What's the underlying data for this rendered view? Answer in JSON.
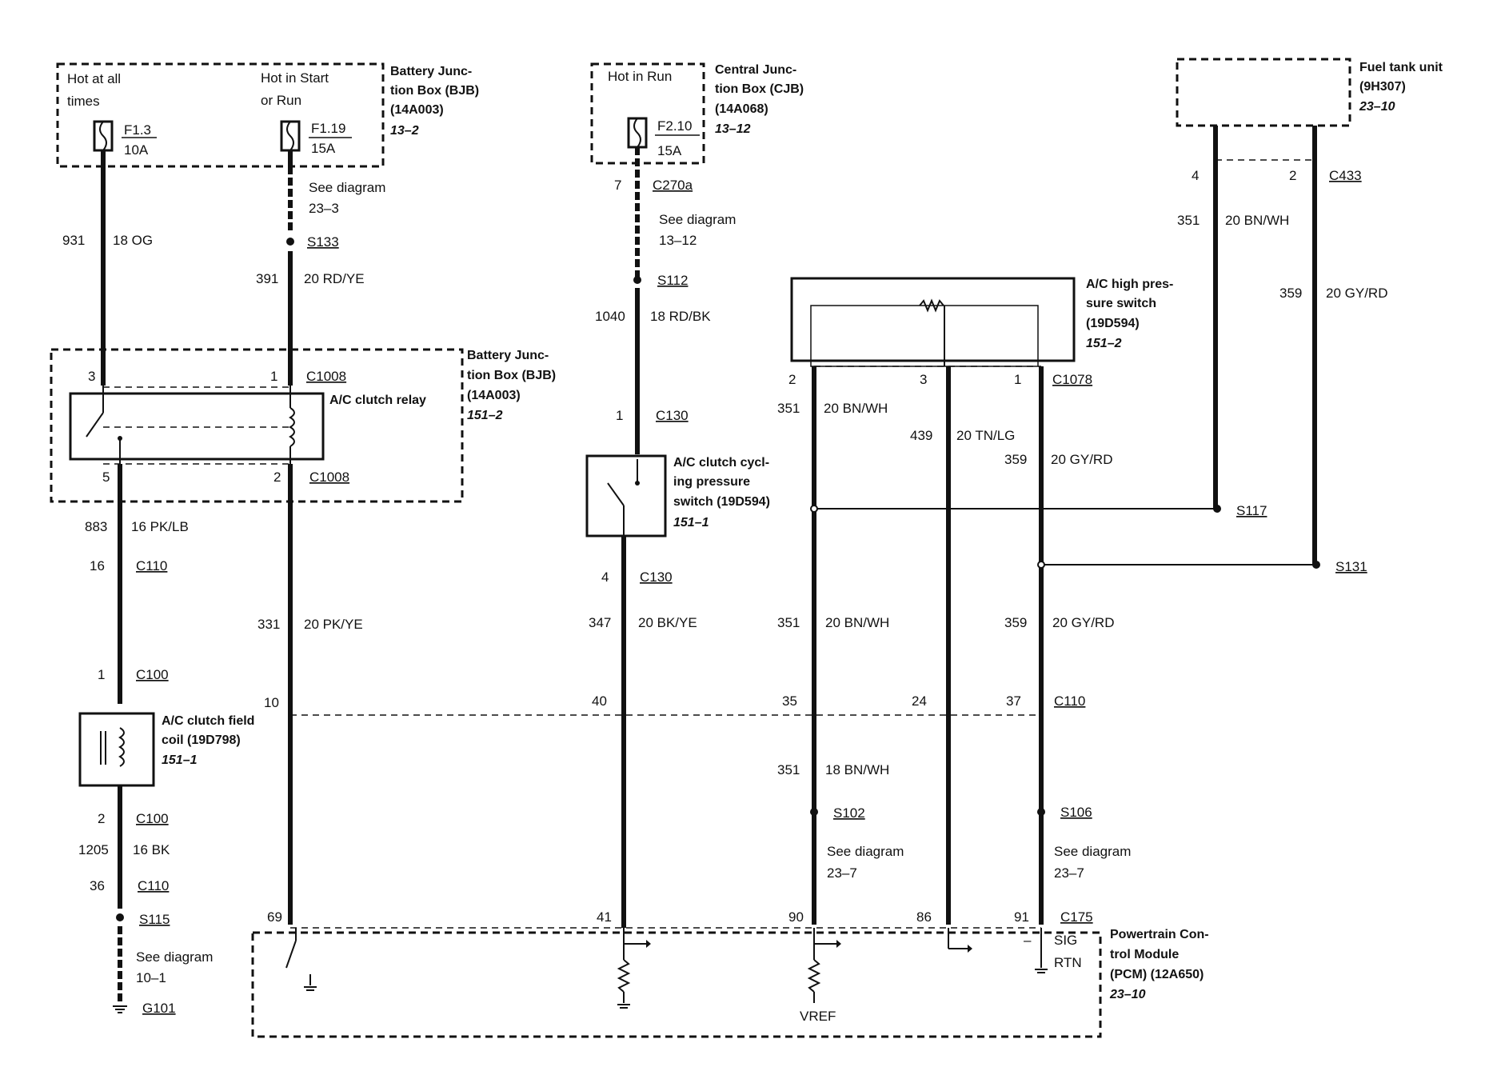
{
  "bjb_top": {
    "hot_at_all_1": "Hot at all",
    "hot_at_all_2": "times",
    "hot_start_1": "Hot in Start",
    "hot_start_2": "or Run",
    "fuse1_id": "F1.3",
    "fuse1_amp": "10A",
    "fuse2_id": "F1.19",
    "fuse2_amp": "15A",
    "title1": "Battery Junc-",
    "title2": "tion Box (BJB)",
    "title3": "(14A003)",
    "ref": "13–2"
  },
  "cjb": {
    "hot_run": "Hot in Run",
    "fuse_id": "F2.10",
    "fuse_amp": "15A",
    "title1": "Central Junc-",
    "title2": "tion Box (CJB)",
    "title3": "(14A068)",
    "ref": "13–12"
  },
  "fuel_tank": {
    "title1": "Fuel tank unit",
    "title2": "(9H307)",
    "ref": "23–10"
  },
  "col1": {
    "see1": "See diagram",
    "see2": "23–3",
    "s133": "S133",
    "c391": "391",
    "w391": "20 RD/YE",
    "c931": "931",
    "w931": "18 OG"
  },
  "col_cjb": {
    "pin7": "7",
    "c270a": "C270a",
    "see1": "See diagram",
    "see2": "13–12",
    "s112": "S112",
    "c1040": "1040",
    "w1040": "18 RD/BK",
    "pin1": "1",
    "c130": "C130"
  },
  "fuel_col": {
    "pin4": "4",
    "pin2": "2",
    "c433": "C433",
    "c351": "351",
    "w351": "20 BN/WH",
    "c359": "359",
    "w359": "20 GY/RD",
    "s117": "S117",
    "s131": "S131"
  },
  "bjb_relay": {
    "pin3": "3",
    "pin1": "1",
    "c1008a": "C1008",
    "relay_label": "A/C clutch relay",
    "pin5": "5",
    "pin2": "2",
    "c1008b": "C1008",
    "title1": "Battery Junc-",
    "title2": "tion Box (BJB)",
    "title3": "(14A003)",
    "ref": "151–2"
  },
  "hp_switch": {
    "title1": "A/C high pres-",
    "title2": "sure switch",
    "title3": "(19D594)",
    "ref": "151–2",
    "pin2": "2",
    "pin3": "3",
    "pin1": "1",
    "c1078": "C1078",
    "c351": "351",
    "w351": "20 BN/WH",
    "c439": "439",
    "w439": "20 TN/LG",
    "c359": "359",
    "w359": "20 GY/RD"
  },
  "cycling_switch": {
    "title1": "A/C clutch cycl-",
    "title2": "ing pressure",
    "title3": "switch (19D594)",
    "ref": "151–1",
    "pin4": "4",
    "c130": "C130"
  },
  "left_col": {
    "c883": "883",
    "w883": "16 PK/LB",
    "pin16": "16",
    "c110a": "C110",
    "pin1": "1",
    "c100a": "C100",
    "coil1": "A/C clutch field",
    "coil2": "coil (19D798)",
    "coil_ref": "151–1",
    "pin2": "2",
    "c100b": "C100",
    "c1205": "1205",
    "w1205": "16 BK",
    "pin36": "36",
    "c110b": "C110",
    "s115": "S115",
    "see1": "See diagram",
    "see2": "10–1",
    "g101": "G101"
  },
  "mid": {
    "c331": "331",
    "w331": "20 PK/YE",
    "c347": "347",
    "w347": "20 BK/YE",
    "c351": "351",
    "w351": "20 BN/WH",
    "c359": "359",
    "w359": "20 GY/RD",
    "p10": "10",
    "p40": "40",
    "p35": "35",
    "p24": "24",
    "p37": "37",
    "c110": "C110",
    "c351b": "351",
    "w351b": "18 BN/WH",
    "s102": "S102",
    "s106": "S106",
    "see_a1": "See diagram",
    "see_a2": "23–7",
    "see_b1": "See diagram",
    "see_b2": "23–7"
  },
  "pcm": {
    "p69": "69",
    "p41": "41",
    "p90": "90",
    "p86": "86",
    "p91": "91",
    "c175": "C175",
    "sig": "SIG",
    "rtn": "RTN",
    "minus": "–",
    "vref": "VREF",
    "title1": "Powertrain Con-",
    "title2": "trol Module",
    "title3": "(PCM) (12A650)",
    "ref": "23–10"
  }
}
